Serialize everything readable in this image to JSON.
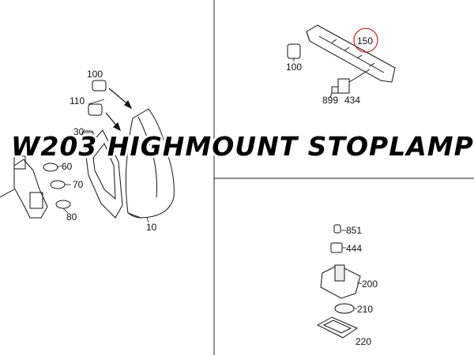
{
  "title": "W203 HIGHMOUNT STOPLAMP",
  "callouts": {
    "left": [
      "100",
      "110",
      "30",
      "60",
      "70",
      "80",
      "10"
    ],
    "top_right": [
      "150",
      "100",
      "899",
      "434"
    ],
    "bottom_right": [
      "851",
      "444",
      "200",
      "210",
      "220"
    ]
  },
  "highlight_color": "#c0282d"
}
